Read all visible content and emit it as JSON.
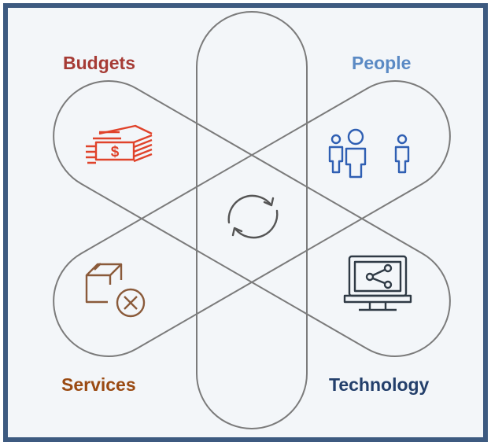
{
  "labels": {
    "budgets": "Budgets",
    "people": "People",
    "services": "Services",
    "technology": "Technology"
  },
  "colors": {
    "frame_border": "#3d5a80",
    "background": "#f3f6f9",
    "petal_stroke": "#7b7b7b",
    "budgets": "#a63b35",
    "budgets_icon": "#e0432b",
    "people": "#5b8ac4",
    "people_icon": "#2f5fb3",
    "services": "#9a4a12",
    "services_icon": "#8a5a3a",
    "technology": "#233f6b",
    "technology_icon": "#2f3a45",
    "center_icon": "#555555"
  },
  "icons": {
    "budgets": "money-stack-icon",
    "people": "people-group-icon",
    "services": "box-cancel-icon",
    "technology": "laptop-share-icon",
    "center": "refresh-cycle-icon"
  }
}
